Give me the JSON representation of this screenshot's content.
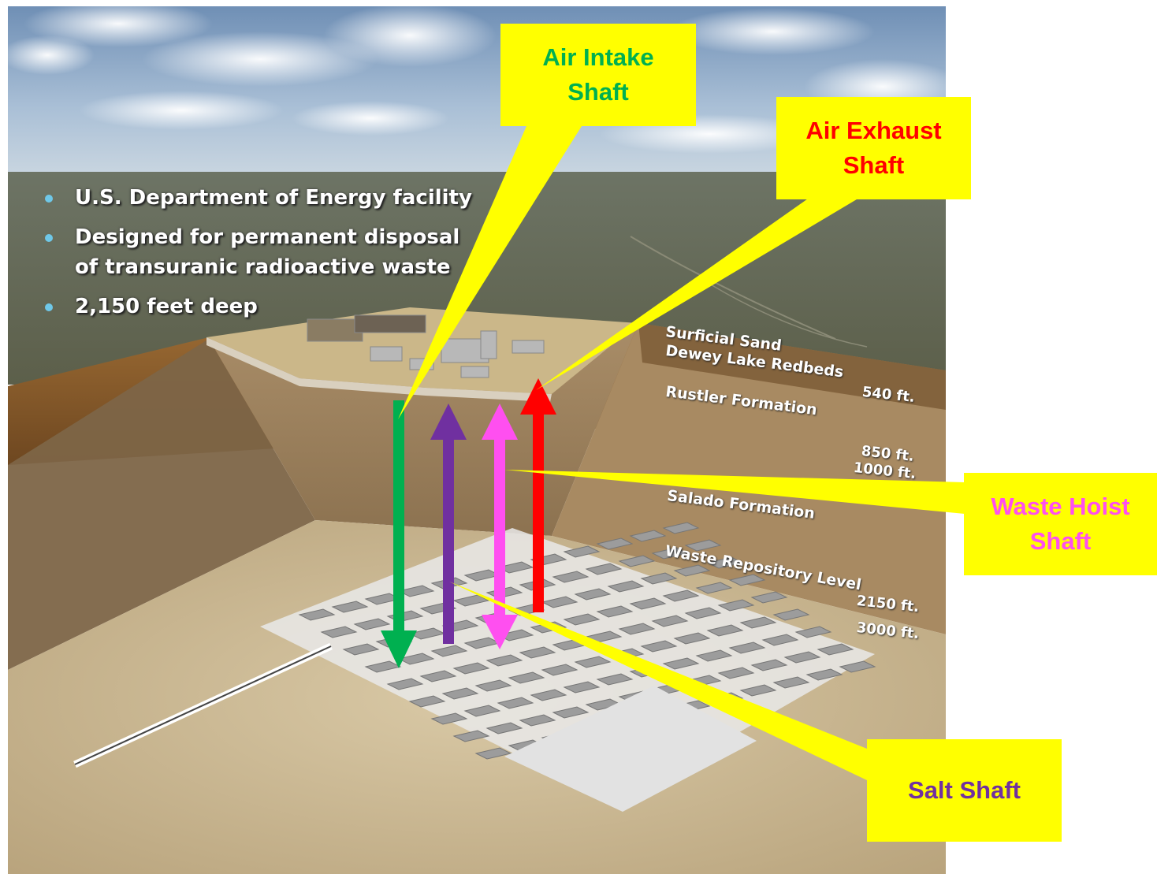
{
  "bullets": [
    {
      "text": "U.S. Department of Energy facility"
    },
    {
      "text": "Designed for permanent disposal of transuranic radioactive waste"
    },
    {
      "text": "2,150 feet deep"
    }
  ],
  "strata_labels": {
    "surficial_sand": "Surficial Sand",
    "dewey_lake": "Dewey Lake Redbeds",
    "rustler": "Rustler Formation",
    "salado": "Salado Formation",
    "repository": "Waste Repository Level"
  },
  "depths": {
    "d540": "540 ft.",
    "d850": "850 ft.",
    "d1000": "1000 ft.",
    "d2150": "2150 ft.",
    "d3000": "3000 ft."
  },
  "callouts": {
    "air_intake": {
      "line1": "Air Intake",
      "line2": "Shaft",
      "color": "#00b050"
    },
    "air_exhaust": {
      "line1": "Air Exhaust",
      "line2": "Shaft",
      "color": "#ff0000"
    },
    "waste_hoist": {
      "line1": "Waste Hoist",
      "line2": "Shaft",
      "color": "#ff4ff0"
    },
    "salt": {
      "line1": "Salt Shaft",
      "color": "#7030a0"
    }
  },
  "colors": {
    "callout_bg": "#ffff00",
    "arrow_air_intake": "#00b050",
    "arrow_salt": "#7030a0",
    "arrow_waste_hoist": "#ff4ff0",
    "arrow_air_exhaust": "#ff0000"
  }
}
